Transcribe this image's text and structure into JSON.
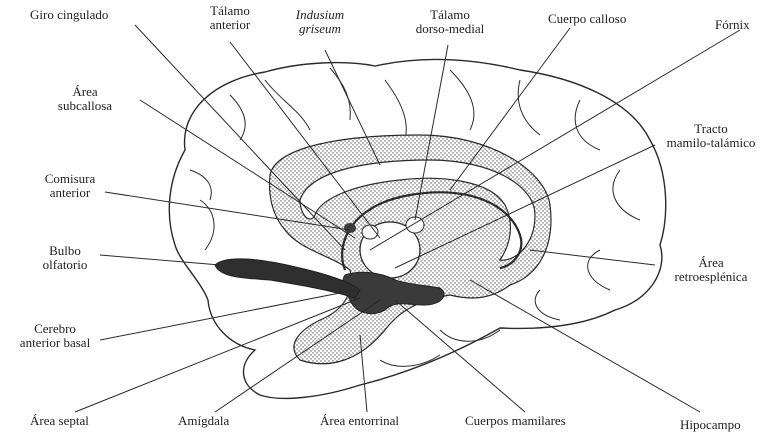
{
  "labels": {
    "giro_cingulado": "Giro cingulado",
    "talamo_anterior": "Tálamo\nanterior",
    "indusium_griseum": "Indusium\ngriseum",
    "talamo_dorso_medial": "Tálamo\ndorso-medial",
    "cuerpo_calloso": "Cuerpo calloso",
    "fornix": "Fórnix",
    "area_subcallosa": "Área\nsubcallosa",
    "tracto_mamilo_talamico": "Tracto\nmamilo-talámico",
    "comisura_anterior": "Comisura\nanterior",
    "bulbo_olfatorio": "Bulbo\nolfatorio",
    "area_retroesplenica": "Área\nretroesplénica",
    "cerebro_anterior_basal": "Cerebro\nanterior basal",
    "area_septal": "Área septal",
    "amigdala": "Amígdala",
    "area_entorrinal": "Área entorrinal",
    "cuerpos_mamilares": "Cuerpos mamilares",
    "hipocampo": "Hipocampo"
  },
  "colors": {
    "ink": "#2a2a2a",
    "stipple": "#cfcfcf",
    "dark_structure": "#3a3a3a",
    "background": "#ffffff"
  }
}
